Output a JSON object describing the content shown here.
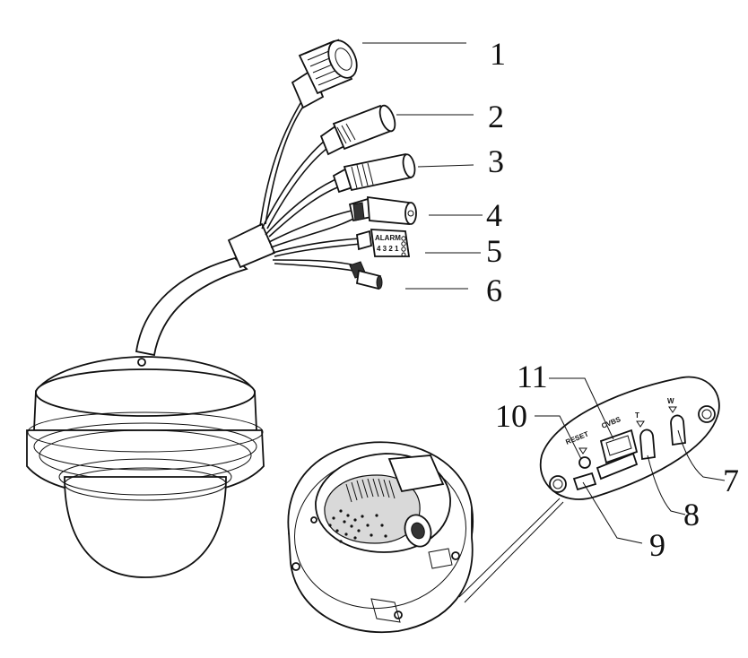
{
  "callouts": {
    "c1": "1",
    "c2": "2",
    "c3": "3",
    "c4": "4",
    "c5": "5",
    "c6": "6",
    "c7": "7",
    "c8": "8",
    "c9": "9",
    "c10": "10",
    "c11": "11"
  },
  "panel_text": {
    "reset": "RESET",
    "cvbs": "CVBS",
    "alarm": "ALARM",
    "alarm_pins": "4 3 2 1"
  }
}
